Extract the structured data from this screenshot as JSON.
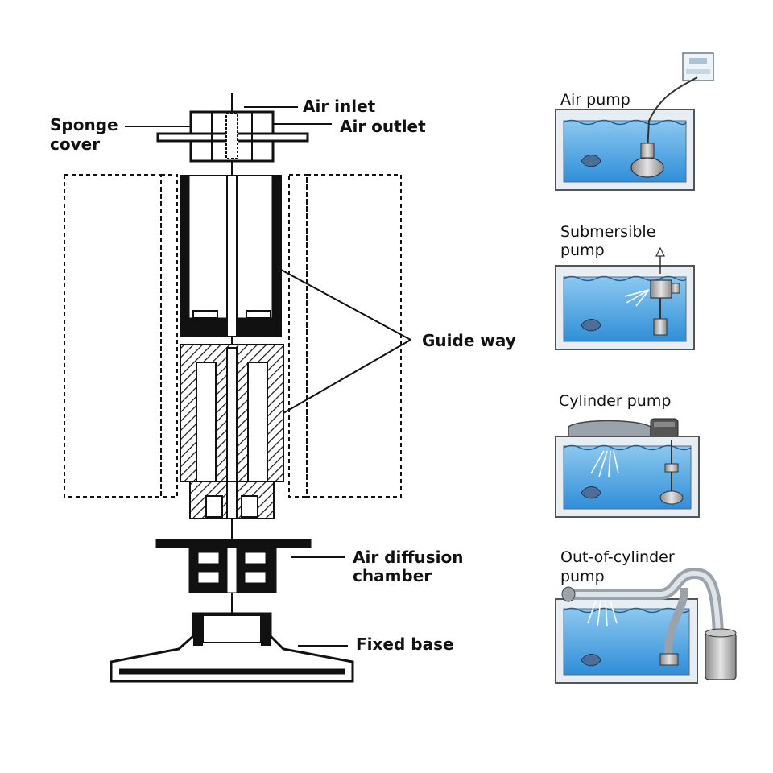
{
  "labels": {
    "air_inlet": "Air inlet",
    "air_outlet": "Air outlet",
    "sponge_cover": [
      "Sponge",
      "cover"
    ],
    "guide_way": "Guide way",
    "air_diffusion_chamber": [
      "Air diffusion",
      "chamber"
    ],
    "fixed_base": "Fixed base"
  },
  "pumps": [
    {
      "label": [
        "Air pump"
      ],
      "icon": "air-pump-icon"
    },
    {
      "label": [
        "Submersible",
        "pump"
      ],
      "icon": "submersible-pump-icon"
    },
    {
      "label": [
        "Cylinder pump"
      ],
      "icon": "cylinder-pump-icon"
    },
    {
      "label": [
        "Out-of-cylinder",
        "pump"
      ],
      "icon": "out-of-cylinder-pump-icon"
    }
  ],
  "colors": {
    "ink": "#111111",
    "water": "#2f8ed8",
    "water_light": "#8cc8f0",
    "tank": "#e8f1f8",
    "metal": "#b9b9b9"
  }
}
